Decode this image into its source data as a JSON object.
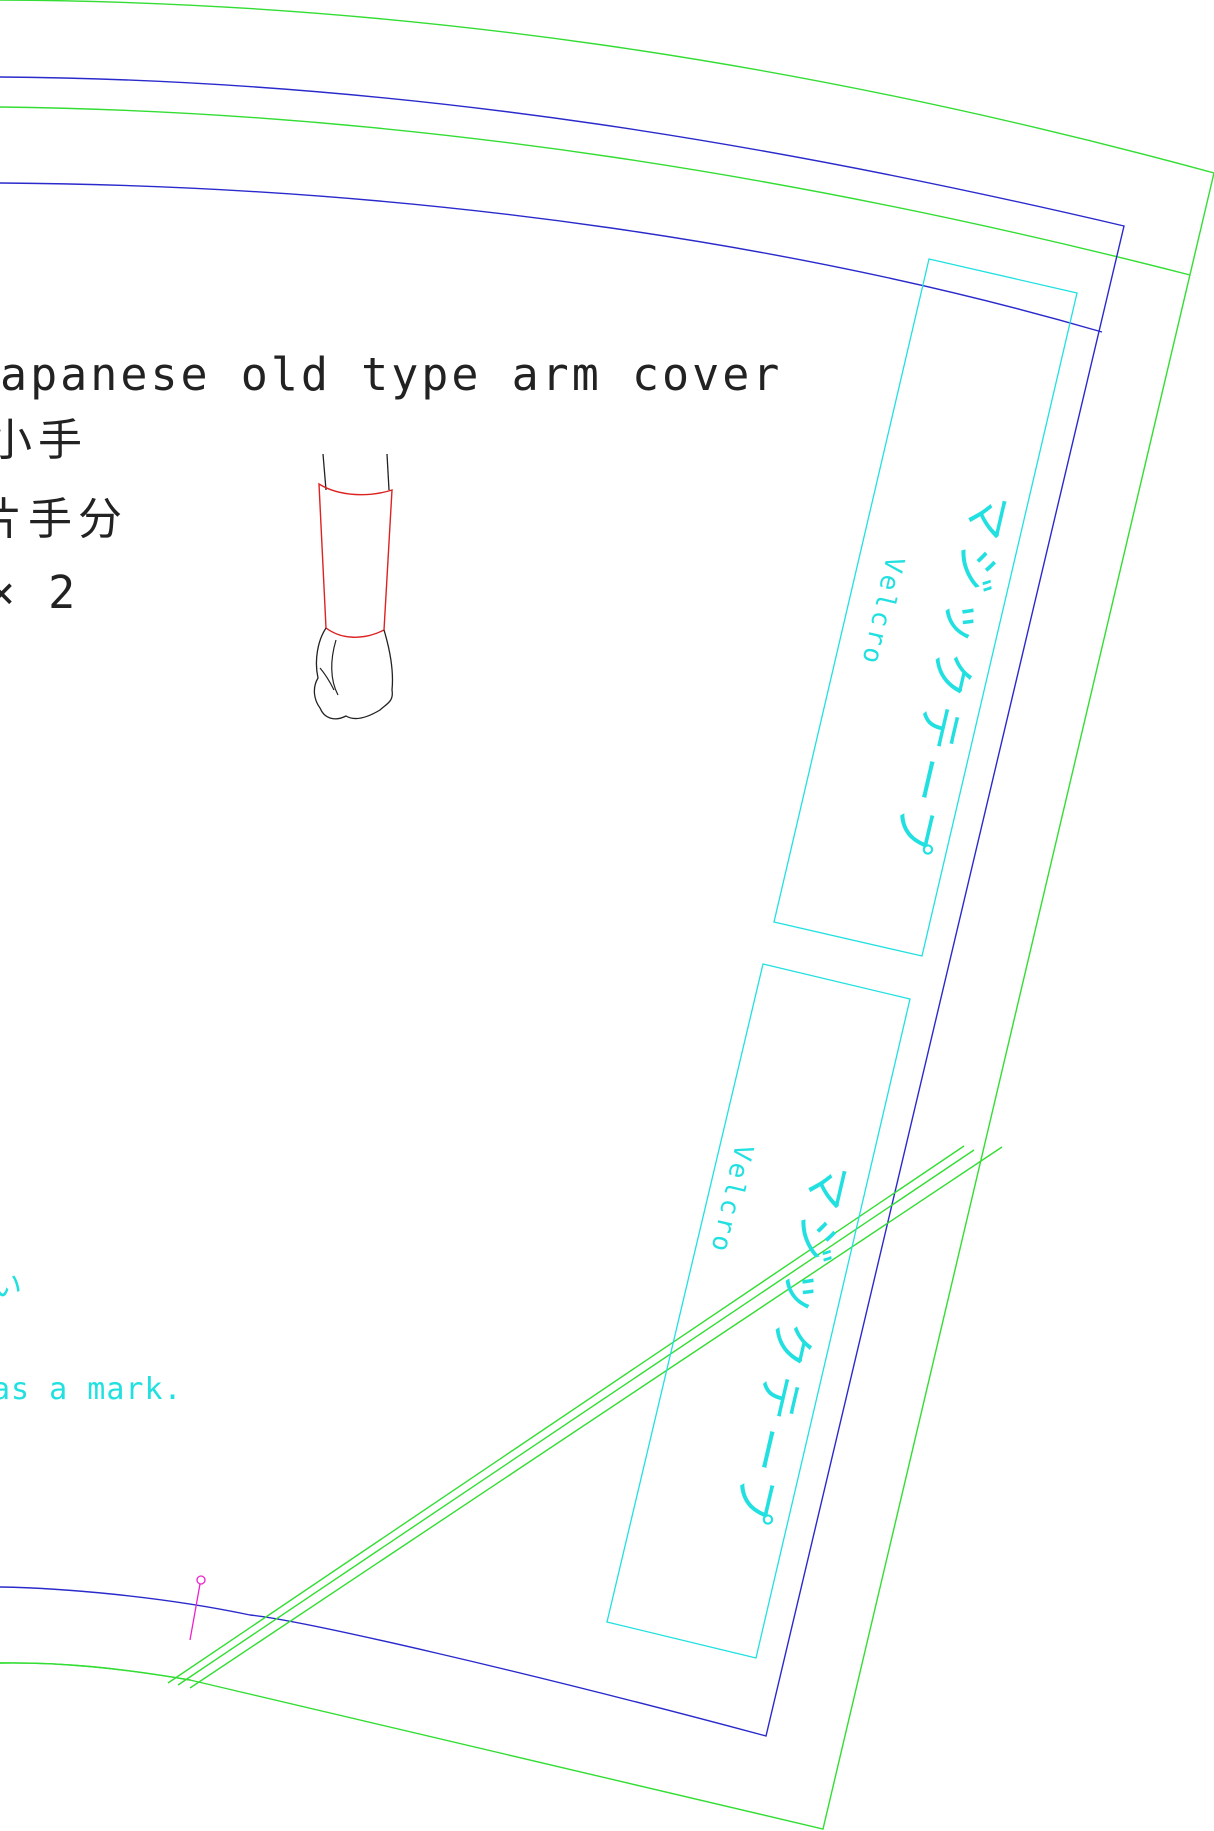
{
  "colors": {
    "outer_line": "#33dd33",
    "seam_line": "#2a2acc",
    "velcro": "#22e0e0",
    "illustration_outline": "#222222",
    "illustration_cuff": "#dd2222",
    "pin_mark": "#ee22cc",
    "text": "#222222",
    "note_text": "#22e0e0"
  },
  "title": {
    "line1": "apanese old type arm cover",
    "line2": "小手",
    "line3": "片手分",
    "line4": "× 2"
  },
  "notes": {
    "fragment1": "い",
    "fragment2": "as a mark."
  },
  "velcro_upper": {
    "label_en": "Velcro",
    "label_jp": "マジックテープ"
  },
  "velcro_lower": {
    "label_en": "Velcro",
    "label_jp": "マジックテープ"
  },
  "icons": {
    "illustration": "arm-with-cover-illustration",
    "pin": "pin-mark-icon"
  }
}
